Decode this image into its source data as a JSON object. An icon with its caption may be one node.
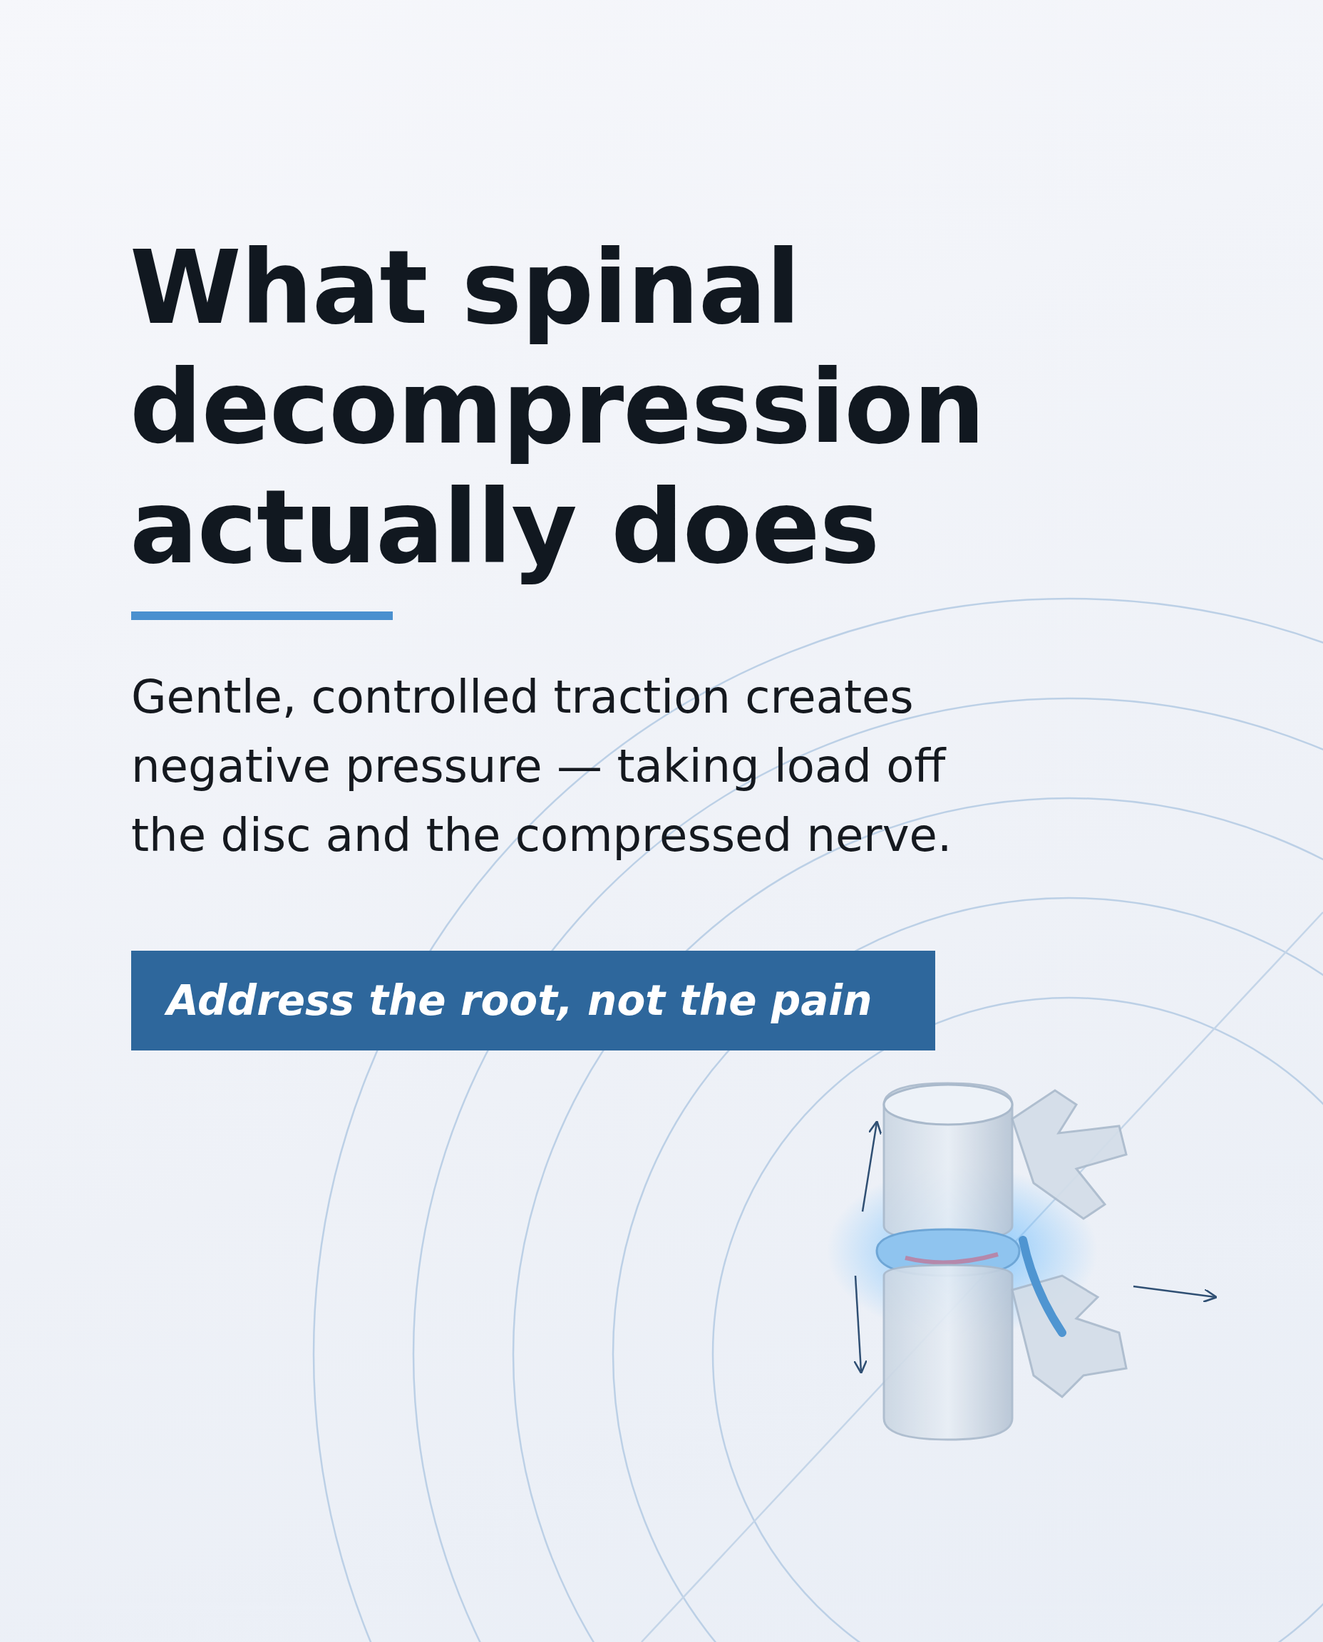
{
  "diagram": {
    "title": "What spinal decompression actually does",
    "nodes": [
      {
        "text": [
          "Address the root, not the pain"
        ]
      }
    ],
    "labels": [
      "Gentle, controlled traction creates negative pressure — taking load off the disc and the compressed nerve."
    ]
  }
}
